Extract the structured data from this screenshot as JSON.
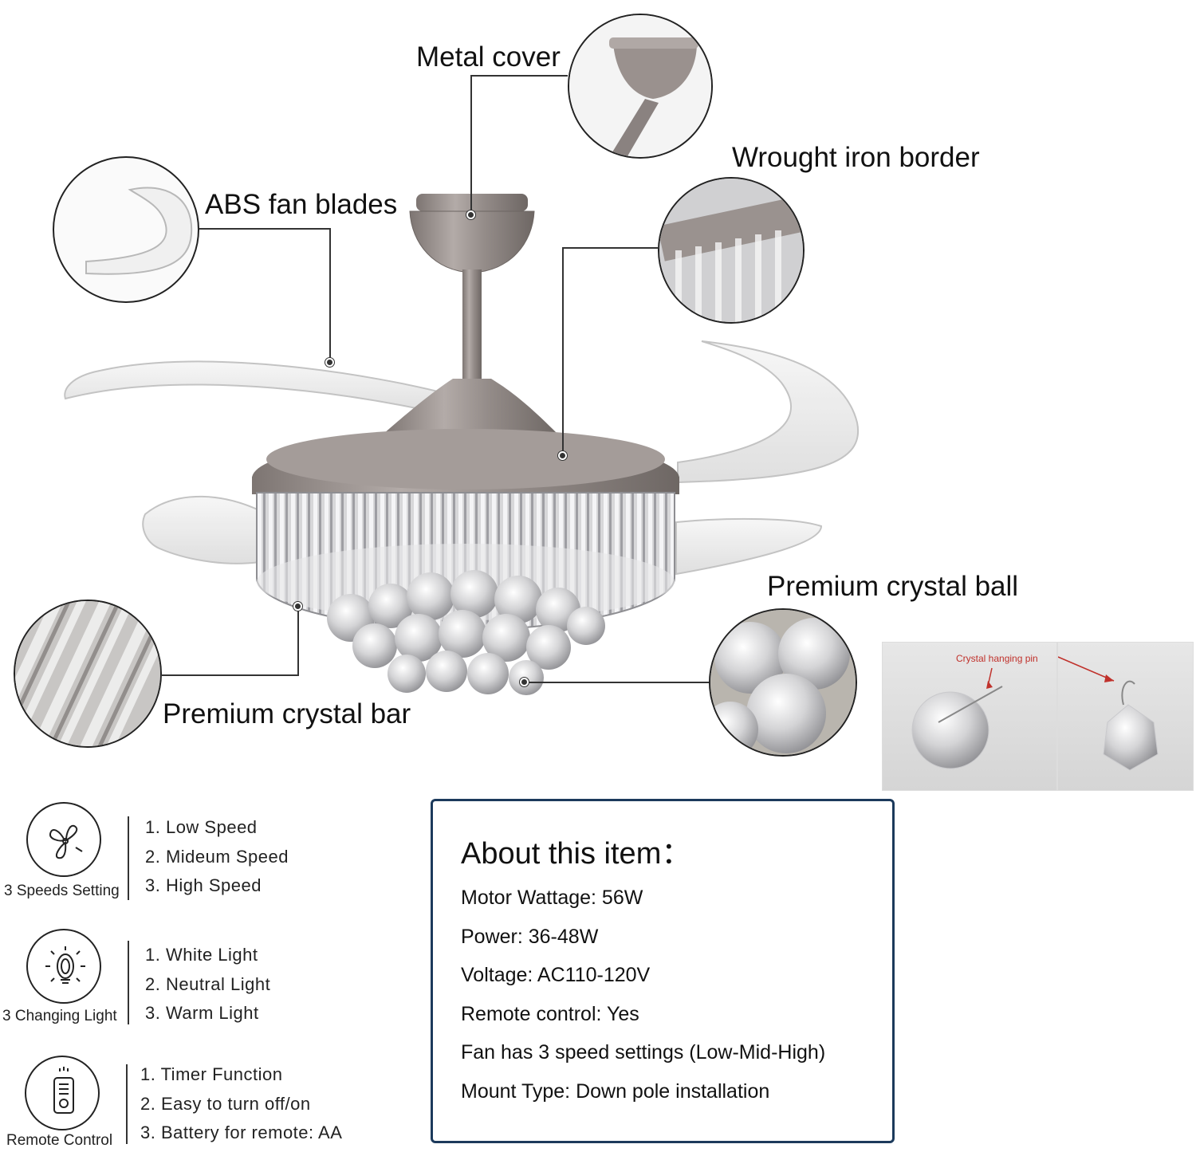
{
  "callouts": {
    "metal_cover": "Metal cover",
    "abs_blades": "ABS fan blades",
    "wrought_iron": "Wrought iron border",
    "crystal_ball": "Premium crystal ball",
    "crystal_bar": "Premium crystal bar"
  },
  "pin_photo": {
    "label": "Crystal hanging pin"
  },
  "features": [
    {
      "caption": "3 Speeds Setting",
      "icon": "fan-icon",
      "items": [
        "1. Low Speed",
        "2. Mideum Speed",
        "3. High Speed"
      ]
    },
    {
      "caption": "3 Changing Light",
      "icon": "light-bulb-icon",
      "items": [
        "1. White Light",
        "2. Neutral  Light",
        "3. Warm Light"
      ]
    },
    {
      "caption": "Remote Control",
      "icon": "remote-control-icon",
      "items": [
        "1. Timer Function",
        "2. Easy to turn off/on",
        "3. Battery for remote: AA"
      ]
    }
  ],
  "about": {
    "title": "About this item：",
    "items": [
      "Motor Wattage: 56W",
      "Power: 36-48W",
      "Voltage: AC110-120V",
      "Remote control: Yes",
      "Fan has 3 speed settings (Low-Mid-High)",
      "Mount Type: Down pole installation"
    ]
  },
  "colors": {
    "metal": "#8f8784",
    "box_border": "#1c3a5c",
    "pin_label": "#c0312b"
  }
}
